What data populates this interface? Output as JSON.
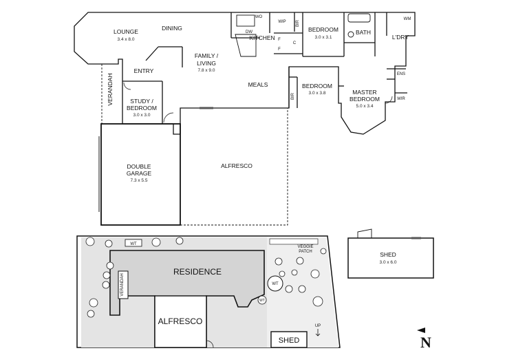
{
  "floorplan": {
    "rooms": {
      "lounge": {
        "name": "LOUNGE",
        "dim": "3.4 x 8.0"
      },
      "dining": {
        "name": "DINING"
      },
      "kitchen": {
        "name": "KITCHEN"
      },
      "wo": {
        "name": "WO"
      },
      "wip": {
        "name": "WIP"
      },
      "dw": {
        "name": "DW"
      },
      "f1": {
        "name": "F"
      },
      "f2": {
        "name": "F"
      },
      "c": {
        "name": "C"
      },
      "bir1": {
        "name": "BIR"
      },
      "bedroom1": {
        "name": "BEDROOM",
        "dim": "3.0 x 3.1"
      },
      "bath": {
        "name": "BATH"
      },
      "wm": {
        "name": "WM"
      },
      "laundry": {
        "name": "L'DRY"
      },
      "family_line1": {
        "name": "FAMILY /"
      },
      "family_line2": {
        "name": "LIVING",
        "dim": "7.8 x 9.0"
      },
      "entry": {
        "name": "ENTRY"
      },
      "meals": {
        "name": "MEALS"
      },
      "bedroom2": {
        "name": "BEDROOM",
        "dim": "3.0 x 3.8"
      },
      "bir2": {
        "name": "BIR"
      },
      "master_line1": {
        "name": "MASTER"
      },
      "master_line2": {
        "name": "BEDROOM",
        "dim": "5.0 x 3.4"
      },
      "ens": {
        "name": "ENS"
      },
      "wir": {
        "name": "WIR"
      },
      "verandah": {
        "name": "VERANDAH"
      },
      "study_line1": {
        "name": "STUDY /"
      },
      "study_line2": {
        "name": "BEDROOM",
        "dim": "3.0 x 3.0"
      },
      "garage_line1": {
        "name": "DOUBLE"
      },
      "garage_line2": {
        "name": "GARAGE",
        "dim": "7.3 x 5.5"
      },
      "alfresco": {
        "name": "ALFRESCO"
      },
      "shed": {
        "name": "SHED",
        "dim": "3.0 x 6.0"
      }
    }
  },
  "siteplan": {
    "residence": "RESIDENCE",
    "alfresco": "ALFRESCO",
    "verandah": "VERANDAH",
    "shed": "SHED",
    "veggie_line1": "VEGGIE",
    "veggie_line2": "PATCH",
    "wt1": "WT",
    "wt2": "WT",
    "wt3": "WT",
    "up": "UP"
  },
  "north": "N"
}
